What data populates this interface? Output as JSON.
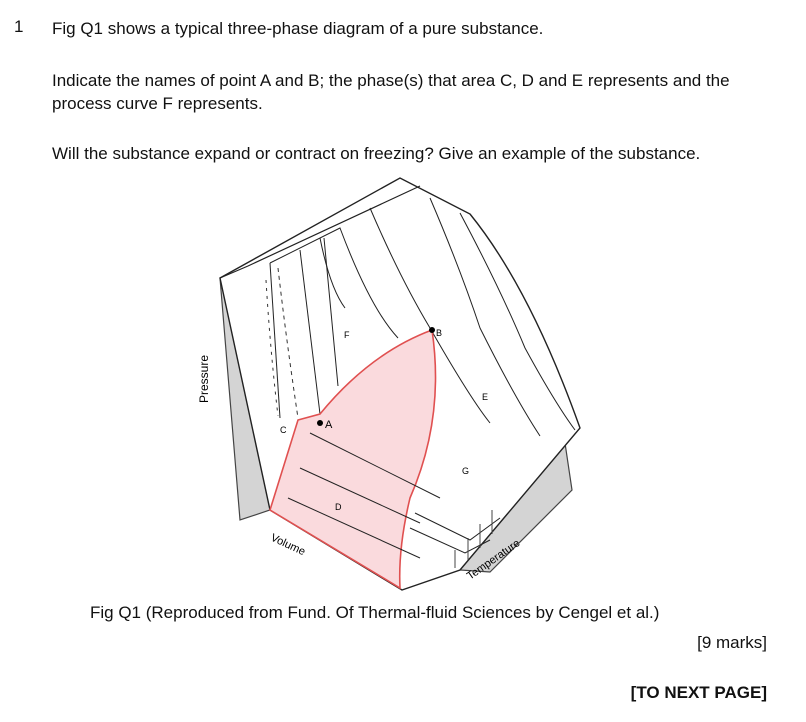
{
  "question": {
    "number": "1",
    "line1": "Fig Q1 shows a typical three-phase diagram of a pure substance.",
    "line2": "Indicate the names of point A and B; the phase(s) that area C, D and E represents and the process curve F represents.",
    "line3": "Will the substance expand or contract on freezing? Give an example of the substance."
  },
  "figure": {
    "axis_pressure": "Pressure",
    "axis_volume": "Volume",
    "axis_temperature": "Temperature",
    "labels": {
      "A": "A",
      "B": "B",
      "C": "C",
      "D": "D",
      "E": "E",
      "F": "F",
      "G": "G"
    },
    "dome_fill": "#fadadd",
    "dome_stroke": "#e05050"
  },
  "caption": "Fig Q1 (Reproduced from Fund. Of Thermal-fluid Sciences by Cengel et al.)",
  "marks": "[9 marks]",
  "footer": "[TO NEXT PAGE]"
}
